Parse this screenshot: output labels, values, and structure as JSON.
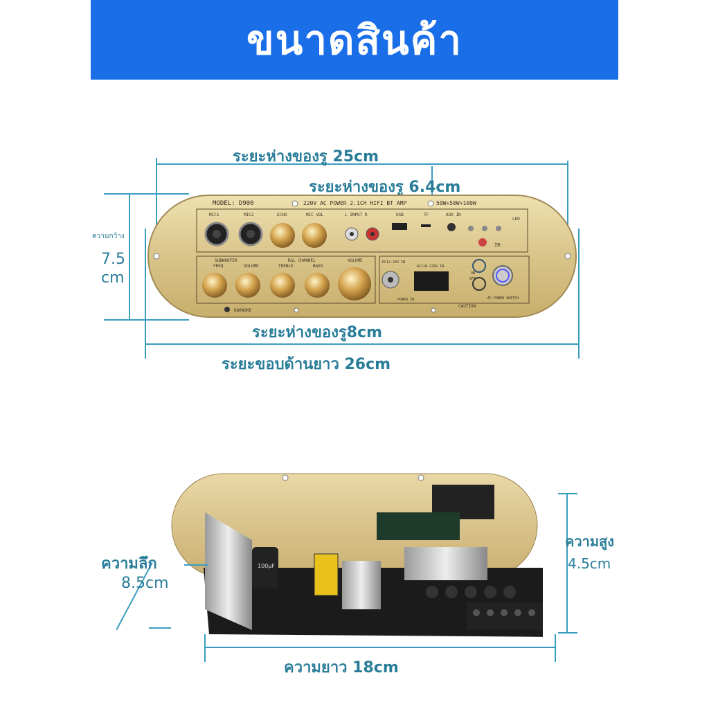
{
  "banner": {
    "title": "ขนาดสินค้า"
  },
  "colors": {
    "banner_bg": "#1a6fe8",
    "dimension_text": "#2a7d99",
    "dimension_line": "#3a9dc0",
    "panel_gold": "#d9c48a"
  },
  "top_figure": {
    "hole_spacing_outer": "ระยะห่างของรู 25cm",
    "hole_spacing_top": "ระยะห่างของรู 6.4cm",
    "width_caption": "ความกว้าง",
    "width_value_line1": "7.5",
    "width_value_line2": "cm",
    "hole_spacing_bottom": "ระยะห่างของรู8cm",
    "edge_length": "ระยะขอบด้านยาว 26cm",
    "panel": {
      "model": "MODEL: D900",
      "power": "220V AC POWER 2.1CH HIFI BT AMP",
      "watts": "50W+50W+100W",
      "mic1": "MIC1",
      "mic2": "MIC2",
      "echo": "ECHO",
      "mic_vol": "MIC VOL",
      "line_input": "L  INPUT  R",
      "usb": "USB",
      "tf": "TF",
      "aux_in": "AUX IN",
      "led": "LED",
      "ir": "IR",
      "subwoofer": "SUBWOOFER",
      "freq": "FREQ",
      "volume": "VOLUME",
      "rl_channel": "R&L CHANNEL",
      "treble": "TREBLE",
      "bass": "BASS",
      "main_volume": "VOLUME",
      "dc_in": "DC12-24V IN",
      "ac_in": "AC110-220V IN",
      "power_in": "POWER IN",
      "on": "ON",
      "off": "OFF",
      "ac_power_switch": "AC POWER SWITCH",
      "karaoke": "KARAOKE",
      "caution": "CAUTION"
    }
  },
  "bottom_figure": {
    "depth_label": "ความลึก",
    "depth_value": "8.5cm",
    "height_label": "ความสูง",
    "height_value": "4.5cm",
    "length_label": "ความยาว 18cm",
    "capacitor_label": "100μF"
  }
}
